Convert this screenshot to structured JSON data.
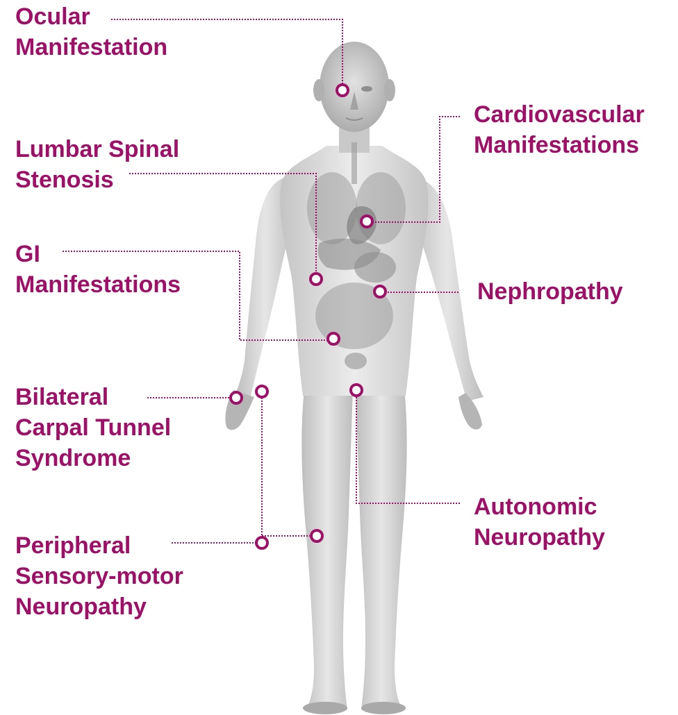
{
  "accent_color": "#9e1068",
  "body_figure": "human-anatomy-body",
  "labels": {
    "ocular": [
      "Ocular",
      "Manifestation"
    ],
    "lumbar": [
      "Lumbar Spinal",
      "Stenosis"
    ],
    "gi": [
      "GI",
      "Manifestations"
    ],
    "carpal": [
      "Bilateral",
      "Carpal Tunnel",
      "Syndrome"
    ],
    "peripheral": [
      "Peripheral",
      "Sensory-motor",
      "Neuropathy"
    ],
    "cardio": [
      "Cardiovascular",
      "Manifestations"
    ],
    "nephro": [
      "Nephropathy"
    ],
    "autonomic": [
      "Autonomic",
      "Neuropathy"
    ]
  }
}
